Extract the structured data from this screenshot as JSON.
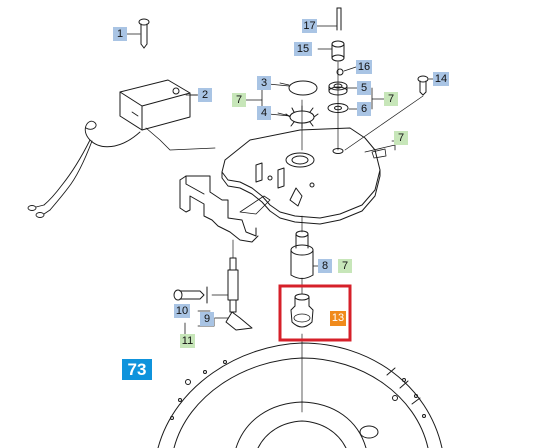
{
  "colors": {
    "callout_blue": "#a9c4e4",
    "callout_green": "#c7e6b9",
    "highlight_box": "#d6202a",
    "callout_orange": "#f08a1c",
    "assembly_label": "#0f93dc"
  },
  "callouts": {
    "c1": "1",
    "c2": "2",
    "c3": "3",
    "c4": "4",
    "c5": "5",
    "c6": "6",
    "c7a": "7",
    "c7b": "7",
    "c7c": "7",
    "c7d": "7",
    "c8": "8",
    "c9": "9",
    "c10": "10",
    "c11": "11",
    "c13": "13",
    "c14": "14",
    "c15": "15",
    "c16": "16",
    "c17": "17",
    "c73": "73"
  }
}
